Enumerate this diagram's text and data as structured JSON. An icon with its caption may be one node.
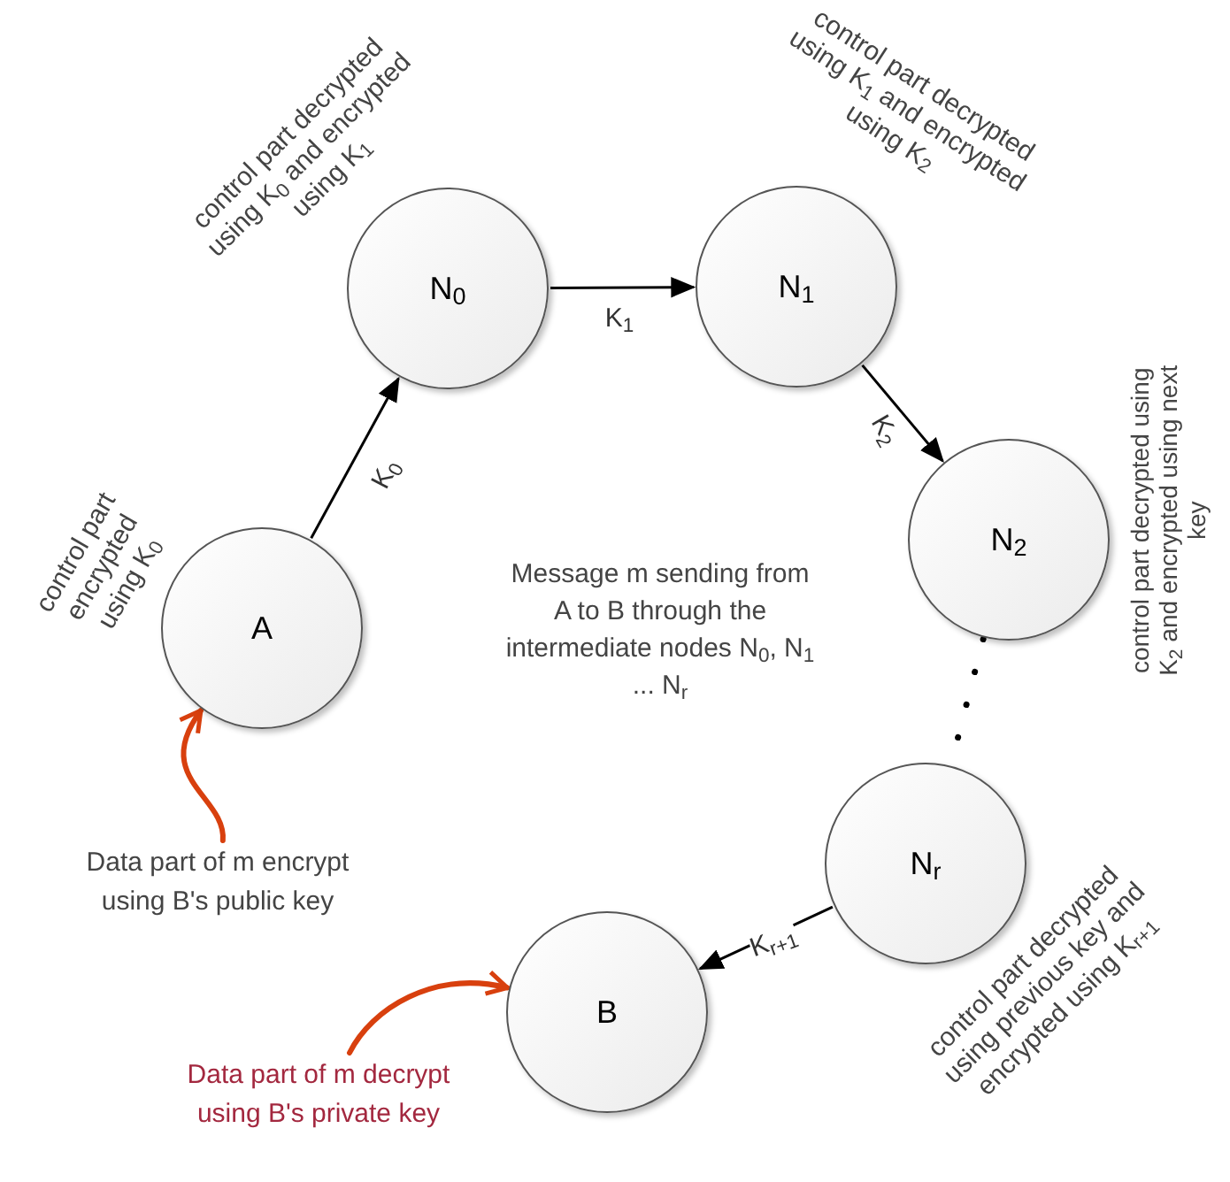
{
  "diagram": {
    "nodes": [
      {
        "text": [
          "A"
        ],
        "beside": [
          "control part encrypted using K$_{0}$"
        ]
      },
      {
        "text": [
          "N$_{0}$"
        ],
        "beside": [
          "control part decrypted using K$_{0}$ and encrypted using K$_{1}$"
        ]
      },
      {
        "text": [
          "N$_{1}$"
        ],
        "beside": [
          "control part decrypted using K$_{1}$ and encrypted using K$_{2}$"
        ]
      },
      {
        "text": [
          "N$_{2}$"
        ],
        "beside": [
          "control part decrypted using K$_{2}$ and encrypted using next key"
        ]
      },
      {
        "text": [
          "N$_{r}$"
        ],
        "beside": [
          "control part decrypted using previous key and encrypted using K$_{r+1}$"
        ]
      },
      {
        "text": [
          "B"
        ]
      },
      {
        "text": [
          "Data part of m encrypt using B's public key"
        ]
      },
      {
        "text": [
          "Data part of m decrypt using B's private key"
        ]
      }
    ],
    "edges": [
      {
        "from": 0,
        "to": 1,
        "arrow": "to",
        "label": "K$_{0}$"
      },
      {
        "from": 1,
        "to": 2,
        "arrow": "to",
        "label": "K$_{1}$"
      },
      {
        "from": 2,
        "to": 3,
        "arrow": "to",
        "label": "K$_{2}$"
      },
      {
        "from": 3,
        "to": 4,
        "arrow": "none",
        "style": "dashed"
      },
      {
        "from": 4,
        "to": 5,
        "arrow": "to",
        "label": "K$_{r+1}$"
      },
      {
        "from": 6,
        "to": 0,
        "arrow": "to",
        "color": "#d8400e",
        "style": "thick"
      },
      {
        "from": 7,
        "to": 5,
        "arrow": "to",
        "color": "#d8400e",
        "style": "thick"
      }
    ],
    "labels": [
      "Message m sending from A to B through the intermediate nodes N$_{0}$, N$_{1}$ ... N$_{r}$"
    ]
  }
}
